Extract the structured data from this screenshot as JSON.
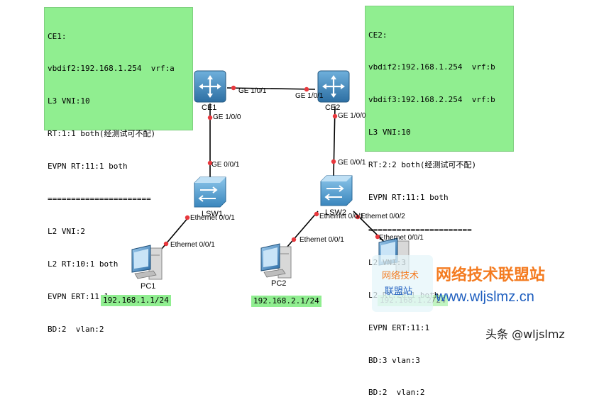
{
  "ce1_note": {
    "lines": [
      "CE1:",
      "vbdif2:192.168.1.254  vrf:a",
      "L3 VNI:10",
      "RT:1:1 both(经测试可不配)",
      "EVPN RT:11:1 both",
      "======================",
      "L2 VNI:2",
      "L2 RT:10:1 both",
      "EVPN ERT:11:1",
      "BD:2  vlan:2"
    ]
  },
  "ce2_note": {
    "lines": [
      "CE2:",
      "vbdif2:192.168.1.254  vrf:b",
      "vbdif3:192.168.2.254  vrf:b",
      "L3 VNI:10",
      "RT:2:2 both(经测试可不配)",
      "EVPN RT:11:1 both",
      "======================",
      "L2 VNI:3",
      "L2 RT:20:1 both",
      "EVPN ERT:11:1",
      "BD:3 vlan:3",
      "BD:2  vlan:2"
    ]
  },
  "devices": {
    "ce1": "CE1",
    "ce2": "CE2",
    "lsw1": "LSW1",
    "lsw2": "LSW2",
    "pc1": "PC1",
    "pc2": "PC2"
  },
  "ports": {
    "ce1_ge101": "GE 1/0/1",
    "ce2_ge101": "GE 1/0/1",
    "ce1_ge100": "GE 1/0/0",
    "ce2_ge100": "GE 1/0/0",
    "lsw1_ge001": "GE 0/0/1",
    "lsw2_ge001": "GE 0/0/1",
    "lsw1_eth001": "Ethernet 0/0/1",
    "pc1_eth001": "Ethernet 0/0/1",
    "lsw2_eth001": "Ethernet 0/0/1",
    "lsw2_eth002": "Ethernet 0/0/2",
    "pc2_eth001": "Ethernet 0/0/1",
    "pc3_eth001": "Ethernet 0/0/1"
  },
  "ip_labels": {
    "pc1": "192.168.1.1/24",
    "pc2": "192.168.2.1/24",
    "pc3": "192.168.1.2/24"
  },
  "watermark": {
    "site_name": "网络技术联盟站",
    "url": "www.wljslmz.cn",
    "logo_top": "网络技术",
    "logo_bottom": "联盟站"
  },
  "credit": "头条 @wljslmz",
  "colors": {
    "note_bg": "#90ee90",
    "link_dot": "#e8383d",
    "router_blue": "#3d83b8",
    "watermark_orange": "#f47b20",
    "watermark_blue": "#1f5fbf"
  }
}
